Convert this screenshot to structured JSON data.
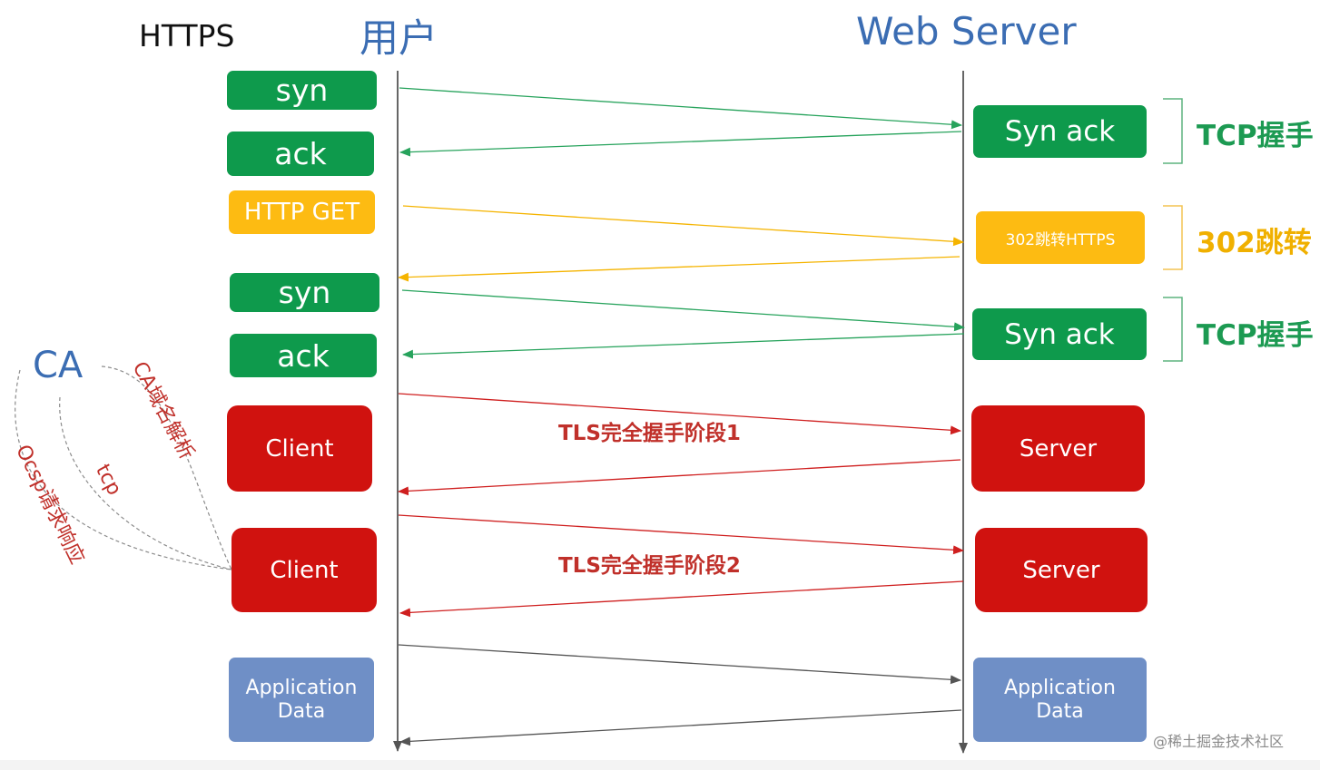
{
  "header": {
    "protocol": "HTTPS",
    "user": "用户",
    "server": "Web Server"
  },
  "client_steps": [
    {
      "label": "syn"
    },
    {
      "label": "ack"
    },
    {
      "label": "HTTP GET"
    },
    {
      "label": "syn"
    },
    {
      "label": "ack"
    },
    {
      "label": "Client"
    },
    {
      "label": "Client"
    },
    {
      "label": "Application Data"
    }
  ],
  "server_steps": [
    {
      "label": "Syn ack"
    },
    {
      "label": "302跳转HTTPS"
    },
    {
      "label": "Syn ack"
    },
    {
      "label": "Server"
    },
    {
      "label": "Server"
    },
    {
      "label": "Application Data"
    }
  ],
  "groups": [
    {
      "label": "TCP握手"
    },
    {
      "label": "302跳转"
    },
    {
      "label": "TCP握手"
    }
  ],
  "phases": [
    {
      "label": "TLS完全握手阶段1"
    },
    {
      "label": "TLS完全握手阶段2"
    }
  ],
  "ca": {
    "label": "CA",
    "domain_resolve": "CA域名解析",
    "tcp": "tcp",
    "ocsp": "Ocsp请求响应"
  },
  "colors": {
    "green": "#0e9a4c",
    "yellow": "#fdbb12",
    "red": "#d0120f",
    "blue": "#6f8fc6",
    "title_blue": "#3b6db3"
  },
  "watermark": "@稀土掘金技术社区"
}
